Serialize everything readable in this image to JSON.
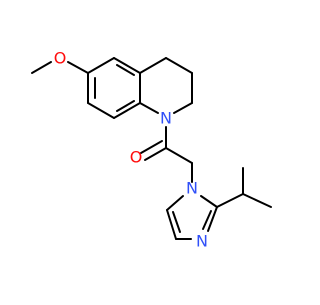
{
  "colors": {
    "background": "#ffffff",
    "bond": "#000000",
    "oxygen": "#ff0d0d",
    "nitrogen": "#3050f8"
  },
  "atoms": {
    "methoxy_oxygen": "O",
    "ring_nitrogen": "N",
    "carbonyl_oxygen": "O",
    "imidazole_n1": "N",
    "imidazole_n3": "N"
  }
}
